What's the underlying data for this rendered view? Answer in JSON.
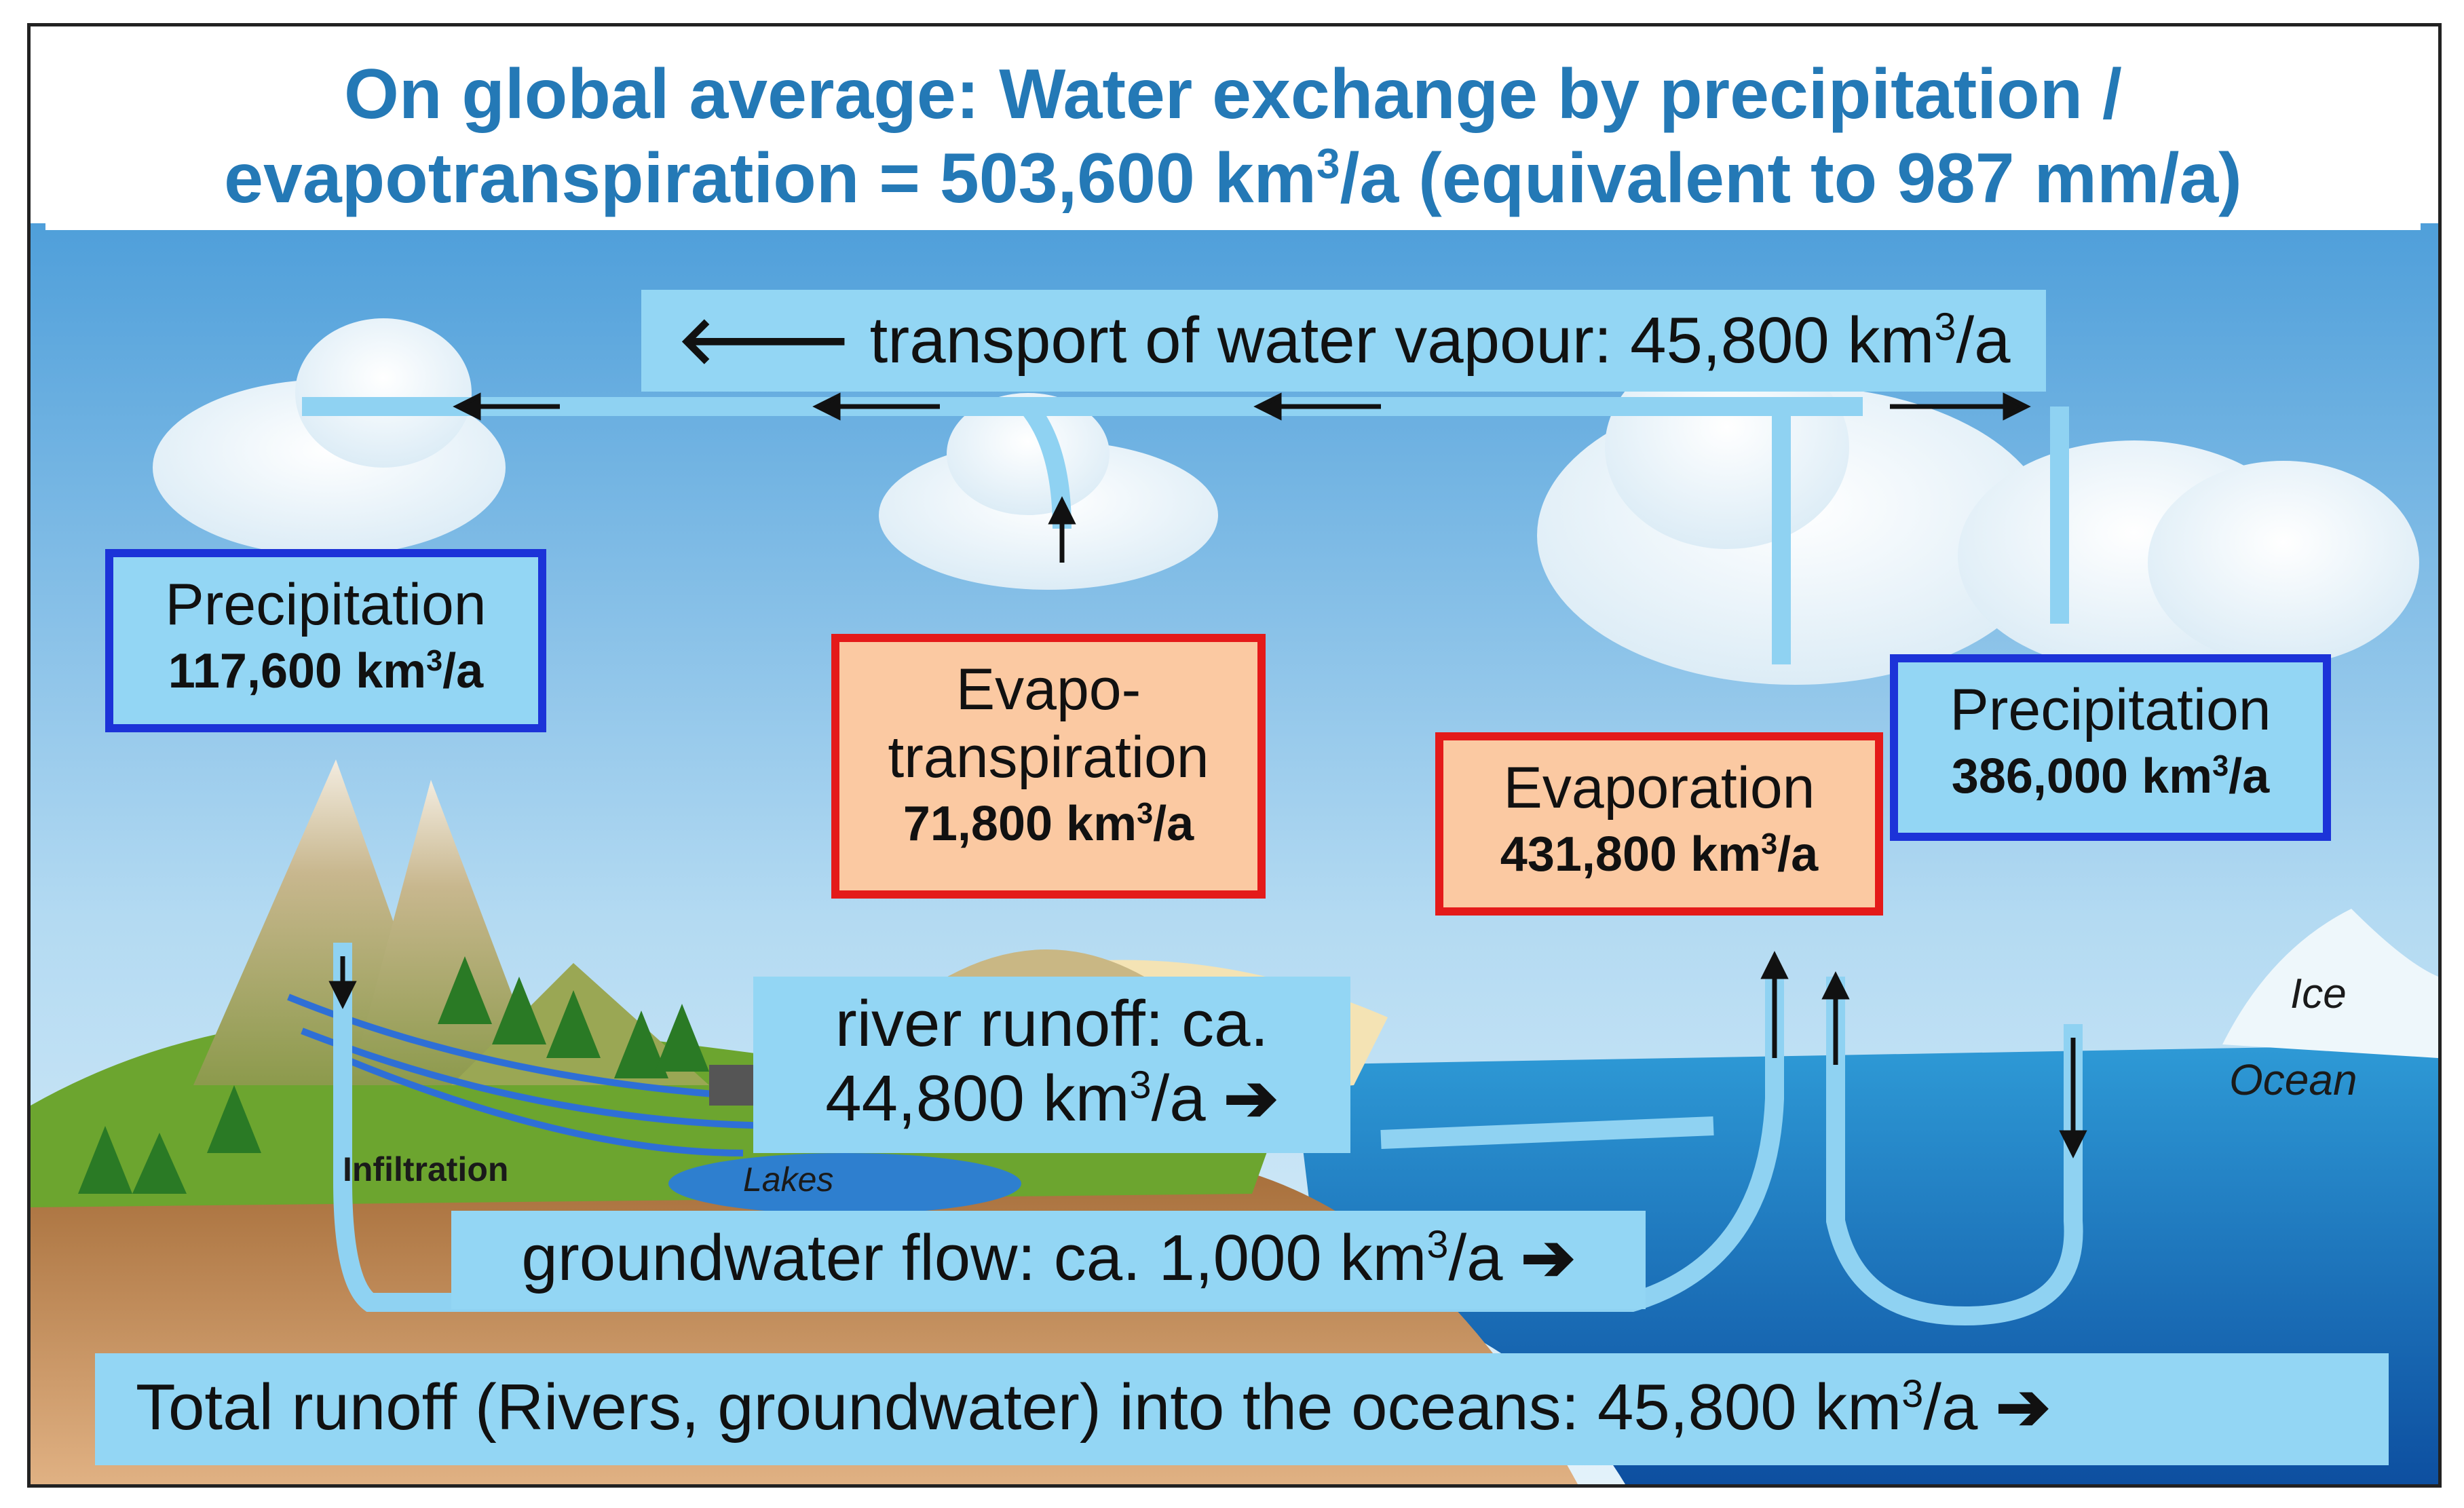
{
  "title": {
    "line1": "On global average:  Water exchange by precipitation /",
    "line2_prefix": "evapotranspiration = 503,600 km",
    "line2_sup": "3",
    "line2_suffix": "/a (equivalent to 987 mm/a)"
  },
  "vapour_transport": {
    "arrow": "🡐",
    "text": "transport of water vapour: 45,800 km",
    "sup": "3",
    "unit": "/a"
  },
  "precip_land": {
    "name": "Precipitation",
    "value": "117,600 km",
    "sup": "3",
    "unit": "/a"
  },
  "evapotranspiration": {
    "name_line1": "Evapo-",
    "name_line2": "transpiration",
    "value": "71,800 km",
    "sup": "3",
    "unit": "/a"
  },
  "evaporation": {
    "name": "Evaporation",
    "value": "431,800 km",
    "sup": "3",
    "unit": "/a"
  },
  "precip_ocean": {
    "name": "Precipitation",
    "value": "386,000 km",
    "sup": "3",
    "unit": "/a"
  },
  "river_runoff": {
    "line1": "river runoff: ca.",
    "value": "44,800 km",
    "sup": "3",
    "unit": "/a",
    "arrow": "➔"
  },
  "groundwater": {
    "text": "groundwater flow:  ca. 1,000 km",
    "sup": "3",
    "unit": "/a",
    "arrow": "➔"
  },
  "total_runoff": {
    "text": "Total runoff (Rivers, groundwater) into the oceans: 45,800 km",
    "sup": "3",
    "unit": "/a",
    "arrow": "➔"
  },
  "tags": {
    "ice": "Ice",
    "ocean": "Ocean",
    "infiltration": "Infiltration",
    "lakes": "Lakes"
  },
  "colors": {
    "title": "#2479b6",
    "band": "#93d6f4",
    "precip_border": "#1c33d8",
    "evap_border": "#e41a1a",
    "evap_fill": "#fbc9a2",
    "sky_top": "#5aa6dc",
    "ocean": "#1c7cc4",
    "ground": "#c99562"
  }
}
